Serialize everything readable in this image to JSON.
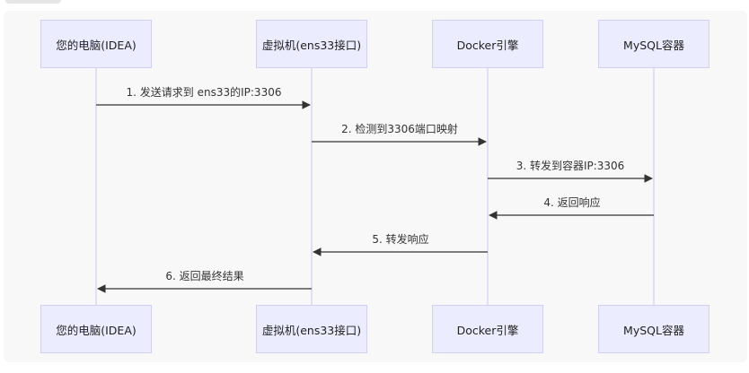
{
  "participants": [
    {
      "label": "您的电脑(IDEA)"
    },
    {
      "label": "虚拟机(ens33接口)"
    },
    {
      "label": "Docker引擎"
    },
    {
      "label": "MySQL容器"
    }
  ],
  "messages": [
    {
      "from": 0,
      "to": 1,
      "label": "1. 发送请求到 ens33的IP:3306"
    },
    {
      "from": 1,
      "to": 2,
      "label": "2. 检测到3306端口映射"
    },
    {
      "from": 2,
      "to": 3,
      "label": "3. 转发到容器IP:3306"
    },
    {
      "from": 3,
      "to": 2,
      "label": "4. 返回响应"
    },
    {
      "from": 2,
      "to": 1,
      "label": "5. 转发响应"
    },
    {
      "from": 1,
      "to": 0,
      "label": "6. 返回最终结果"
    }
  ],
  "colors": {
    "actor_fill": "#ececff",
    "actor_border": "#cfcff7",
    "lifeline": "#c9c9f0",
    "arrow": "#333333"
  }
}
